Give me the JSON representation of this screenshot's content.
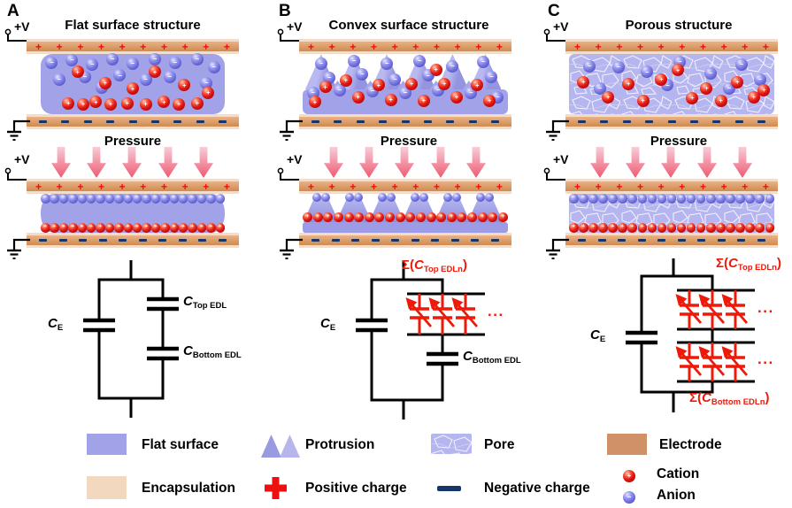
{
  "panels": [
    {
      "label": "A",
      "voltage": "+V",
      "title": "Flat surface structure",
      "pressure": "Pressure",
      "circuit": {
        "ce": {
          "main": "C",
          "sub": "E"
        },
        "top": {
          "main": "C",
          "sub": "Top EDL"
        },
        "bottom": {
          "main": "C",
          "sub": "Bottom EDL"
        }
      }
    },
    {
      "label": "B",
      "voltage": "+V",
      "title": "Convex surface structure",
      "pressure": "Pressure",
      "circuit": {
        "ce": {
          "main": "C",
          "sub": "E"
        },
        "top_sum": {
          "prefix": "Σ(",
          "main": "C",
          "sub": "Top EDLn",
          "suffix": ")"
        },
        "bottom": {
          "main": "C",
          "sub": "Bottom EDL"
        },
        "dots": "..."
      }
    },
    {
      "label": "C",
      "voltage": "+V",
      "title": "Porous structure",
      "pressure": "Pressure",
      "circuit": {
        "ce": {
          "main": "C",
          "sub": "E"
        },
        "top_sum": {
          "prefix": "Σ(",
          "main": "C",
          "sub": "Top EDLn",
          "suffix": ")"
        },
        "bottom_sum": {
          "prefix": "Σ(",
          "main": "C",
          "sub": "Bottom EDLn",
          "suffix": ")"
        },
        "dots": "..."
      }
    }
  ],
  "charges": {
    "positive": "+",
    "negative": "−"
  },
  "legend": {
    "row1": [
      {
        "label": "Flat surface"
      },
      {
        "label": "Protrusion"
      },
      {
        "label": "Pore"
      },
      {
        "label": "Electrode"
      }
    ],
    "row2": [
      {
        "label": "Encapsulation"
      },
      {
        "label": "Positive charge"
      },
      {
        "label": "Negative charge"
      }
    ],
    "ions": [
      {
        "label": "Cation"
      },
      {
        "label": "Anion"
      }
    ]
  },
  "colors": {
    "flat_surface": "#a2a2e8",
    "pore_base": "#b5b5ef",
    "electrode": "#d09068",
    "encapsulation": "#f2d8bf",
    "positive_charge": "#ee0f0f",
    "negative_charge": "#16356b",
    "circuit_red": "#ed1a0a",
    "pressure_arrow": "#ed5b72"
  }
}
